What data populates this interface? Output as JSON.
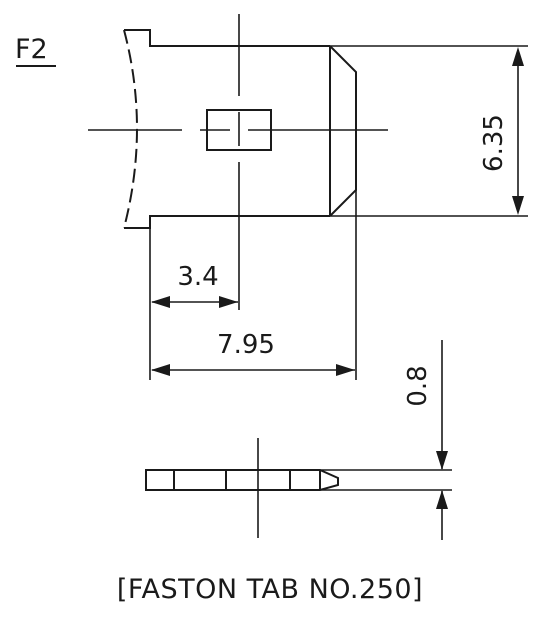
{
  "figure_label": "F2",
  "dimensions": {
    "height": "6.35",
    "hole_offset": "3.4",
    "length": "7.95",
    "thickness": "0.8"
  },
  "caption": "[FASTON TAB NO.250]"
}
